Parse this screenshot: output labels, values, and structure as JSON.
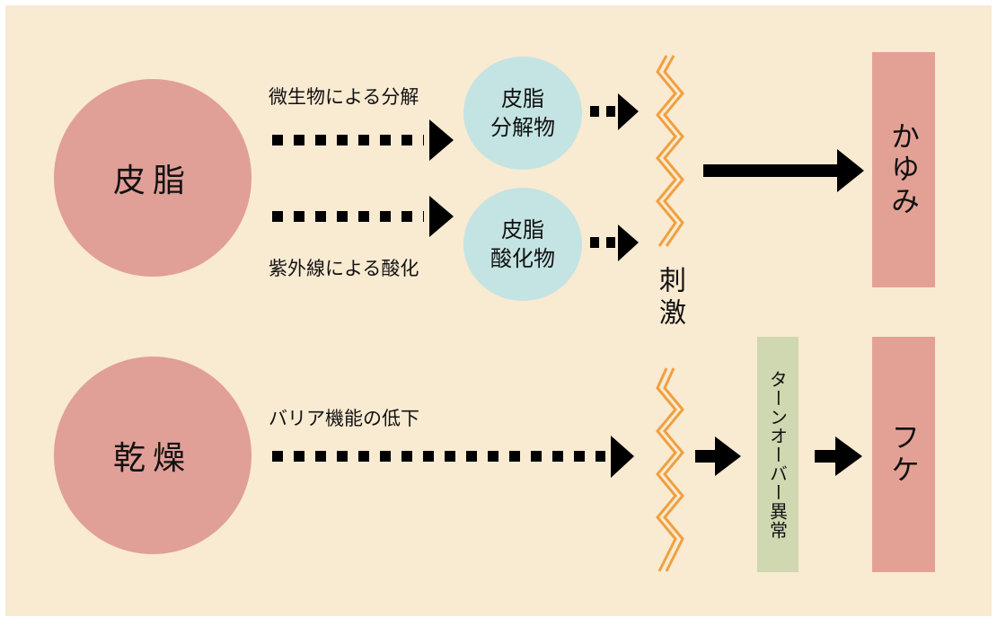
{
  "sources": {
    "sebum": "皮脂",
    "dryness": "乾燥"
  },
  "intermediates": {
    "sebum_decomposition": [
      "皮脂",
      "分解物"
    ],
    "sebum_oxide": [
      "皮脂",
      "酸化物"
    ]
  },
  "pathways": {
    "microbial_decomposition": "微生物による分解",
    "uv_oxidation": "紫外線による酸化",
    "barrier_decline": "バリア機能の低下"
  },
  "stimulus": "刺激",
  "turnover_abnormality": "ターンオーバー異常",
  "results": {
    "itch": "かゆみ",
    "dandruff": "フケ"
  },
  "colors": {
    "background": "#f9ead2",
    "source_circle": "#e09f97",
    "intermediate_circle": "#c3e4e3",
    "result_box": "#e3a195",
    "turnover_box": "#cfd8b0",
    "zigzag": "#f0a040",
    "arrow": "#000000"
  }
}
